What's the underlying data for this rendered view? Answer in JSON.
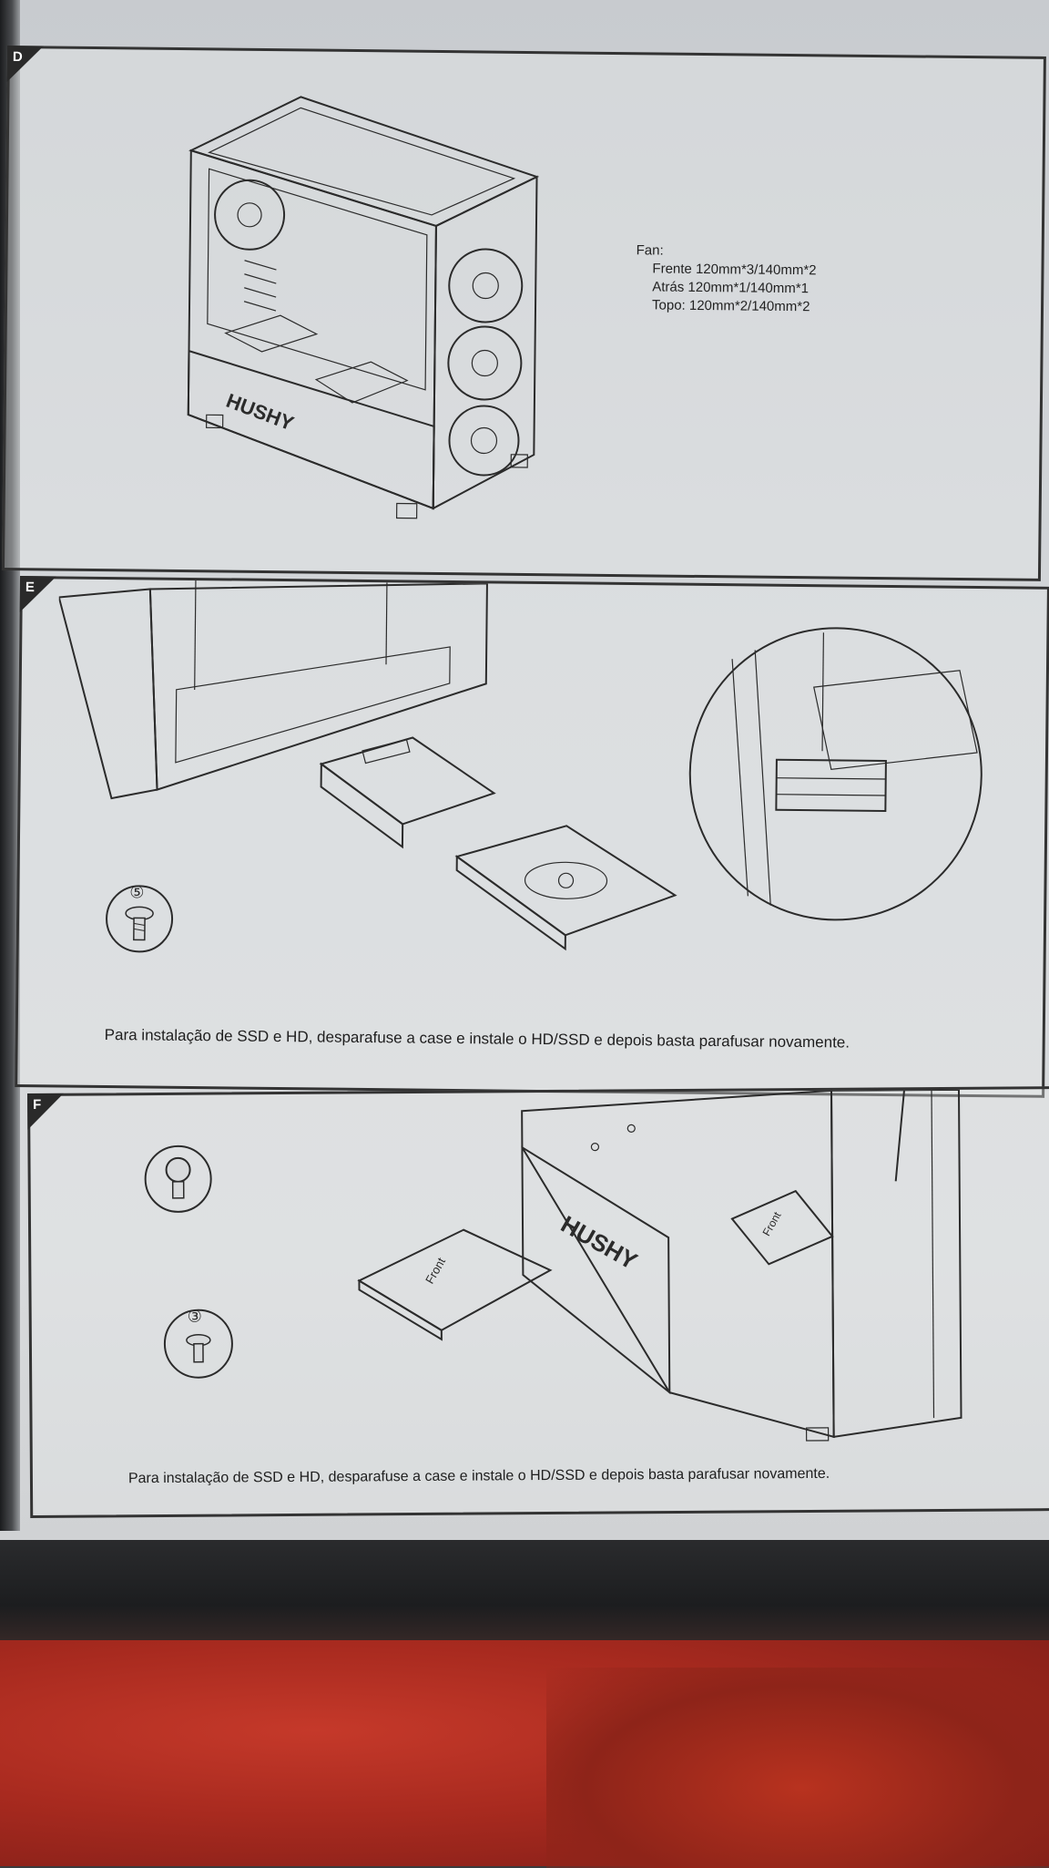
{
  "panels": {
    "d": {
      "letter": "D",
      "fan_spec": {
        "title": "Fan:",
        "front": "Frente 120mm*3/140mm*2",
        "rear": "Atrás  120mm*1/140mm*1",
        "top": "Topo:   120mm*2/140mm*2"
      },
      "brand": "HUSHY"
    },
    "e": {
      "letter": "E",
      "screw_number": "⑤",
      "caption": "Para instalação de SSD e HD, desparafuse a case e instale o HD/SSD e depois basta parafusar novamente."
    },
    "f": {
      "letter": "F",
      "screw_number": "③",
      "ssd_label": "Front",
      "brand": "HUSHY",
      "caption": "Para instalação de SSD e HD, desparafuse a case e instale o HD/SSD e depois basta parafusar novamente."
    }
  },
  "colors": {
    "line": "#2b2b2b",
    "paper": "#d3d6d9",
    "tag": "#2a2a2a",
    "cloth": "#b8321f"
  }
}
